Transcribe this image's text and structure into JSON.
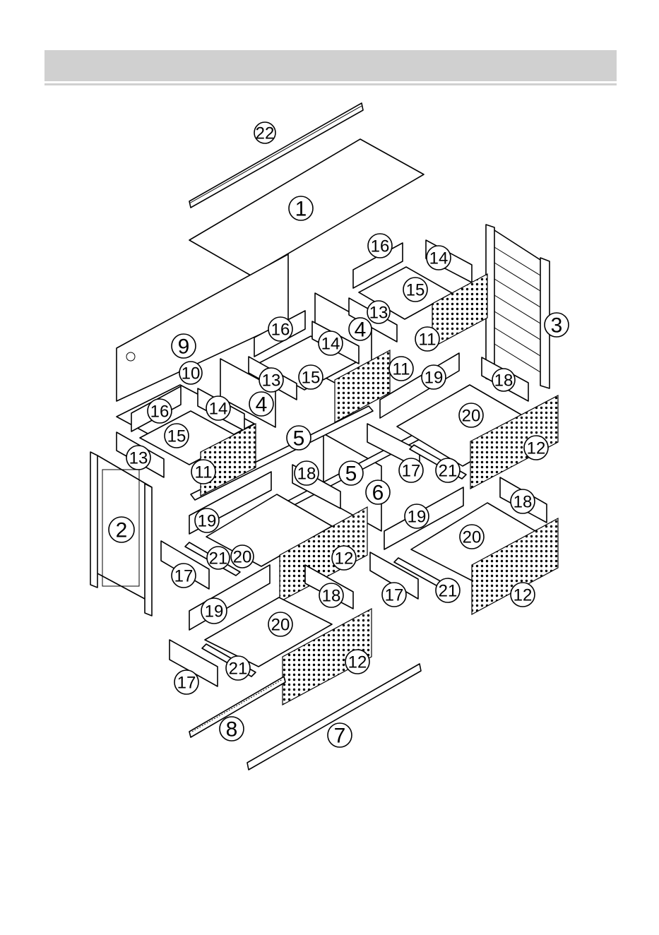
{
  "header": {
    "title": ""
  },
  "colors": {
    "header_bar": "#d0d0d0",
    "line": "#000000",
    "background": "#ffffff"
  },
  "callouts": [
    {
      "label": "22"
    },
    {
      "label": "1"
    },
    {
      "label": "16"
    },
    {
      "label": "14"
    },
    {
      "label": "15"
    },
    {
      "label": "3"
    },
    {
      "label": "13"
    },
    {
      "label": "4"
    },
    {
      "label": "9"
    },
    {
      "label": "16"
    },
    {
      "label": "14"
    },
    {
      "label": "11"
    },
    {
      "label": "10"
    },
    {
      "label": "13"
    },
    {
      "label": "15"
    },
    {
      "label": "11"
    },
    {
      "label": "19"
    },
    {
      "label": "18"
    },
    {
      "label": "16"
    },
    {
      "label": "14"
    },
    {
      "label": "4"
    },
    {
      "label": "20"
    },
    {
      "label": "15"
    },
    {
      "label": "5"
    },
    {
      "label": "12"
    },
    {
      "label": "13"
    },
    {
      "label": "17"
    },
    {
      "label": "21"
    },
    {
      "label": "11"
    },
    {
      "label": "18"
    },
    {
      "label": "5"
    },
    {
      "label": "6"
    },
    {
      "label": "2"
    },
    {
      "label": "19"
    },
    {
      "label": "19"
    },
    {
      "label": "18"
    },
    {
      "label": "20"
    },
    {
      "label": "21"
    },
    {
      "label": "20"
    },
    {
      "label": "12"
    },
    {
      "label": "17"
    },
    {
      "label": "19"
    },
    {
      "label": "18"
    },
    {
      "label": "17"
    },
    {
      "label": "21"
    },
    {
      "label": "12"
    },
    {
      "label": "20"
    },
    {
      "label": "21"
    },
    {
      "label": "12"
    },
    {
      "label": "17"
    },
    {
      "label": "8"
    },
    {
      "label": "7"
    }
  ]
}
